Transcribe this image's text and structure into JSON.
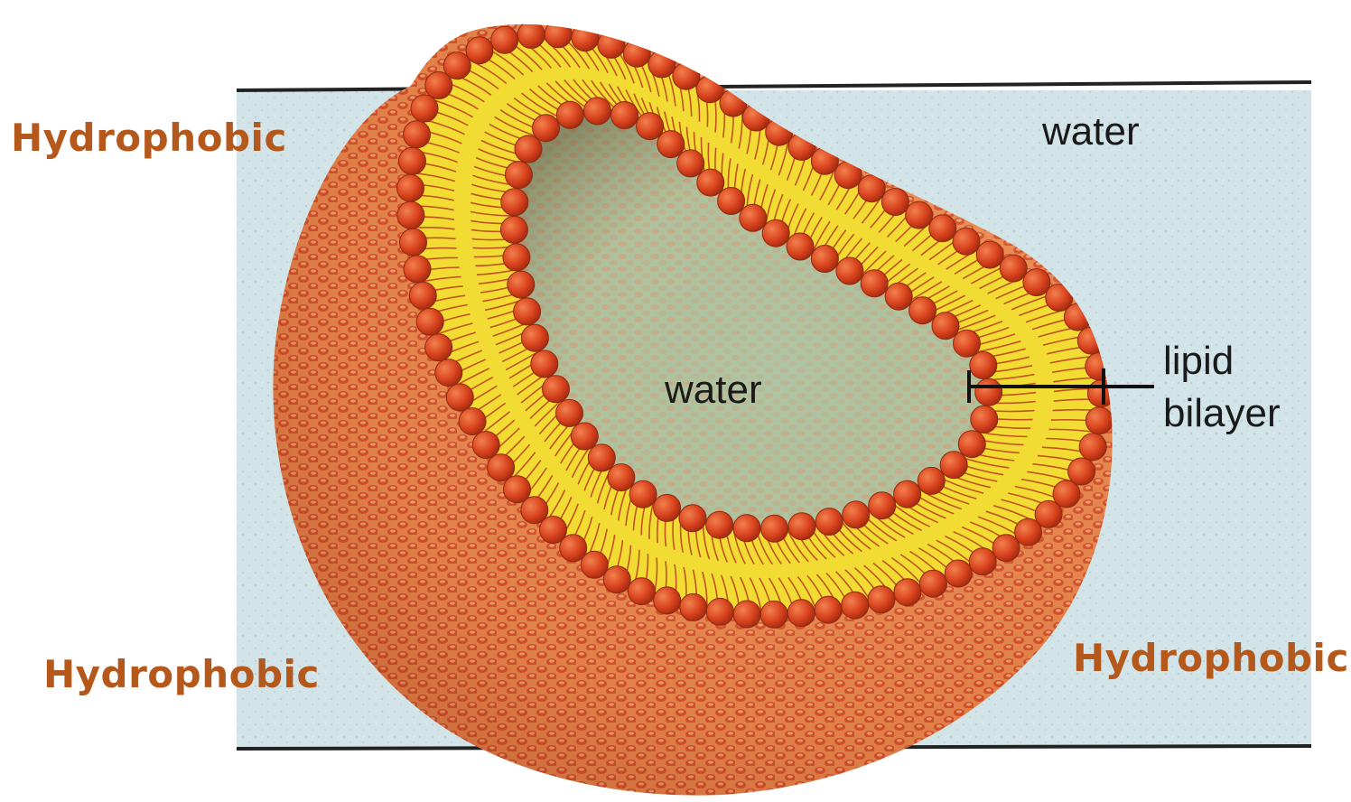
{
  "labels": {
    "hydrophobic_top": "Hydrophobic",
    "hydrophobic_bottom_left": "Hydrophobic",
    "hydrophobic_bottom_right": "Hydrophobic",
    "water_outer": "water",
    "water_inner": "water",
    "lipid": "lipid",
    "bilayer": "bilayer"
  },
  "colors": {
    "label_orange": "#B5581C",
    "water_blue": "#d6e6ea",
    "head_red": "#d9431e",
    "tail_yellow": "#f3e23a",
    "surface_orange": "#e9733f",
    "inner_green": "#b9c9a0"
  }
}
